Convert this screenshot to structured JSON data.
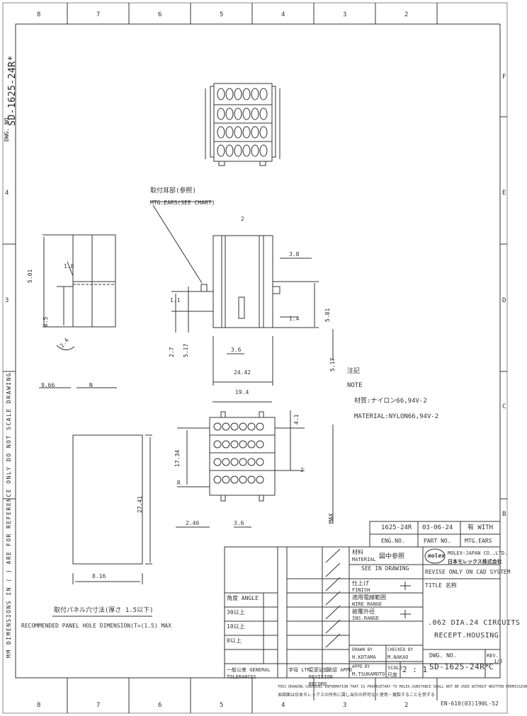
{
  "border": {
    "top_zones": [
      "8",
      "7",
      "6",
      "5",
      "4",
      "3",
      "2"
    ],
    "bottom_zones": [
      "8",
      "7",
      "6",
      "5",
      "4",
      "3",
      "2"
    ],
    "right_zones": [
      "F",
      "E",
      "D",
      "C",
      "B"
    ],
    "left_zones": [
      "4",
      "3"
    ]
  },
  "dwg_no_vertical": "SD-1625-24R*",
  "dwg_no_label": "DWG. NO.",
  "left_margin_note": "MM  DIMENSIONS IN ( ) ARE FOR REFERENCE ONLY  DO NOT SCALE DRAWING",
  "callouts": {
    "mtg_ears_jp": "取付耳部(参照)",
    "mtg_ears_en": "MTG.EARS(SEE CHART)",
    "panel_hole_jp": "取付パネル穴寸法(厚さ 1.5以下)",
    "panel_hole_en": "RECOMMENDED PANEL HOLE DIMENSION(T=(1.5) MAX"
  },
  "dims": {
    "d_501": "5.01",
    "d_65": "6.5",
    "d_24": "2.4",
    "d_966": "9.66",
    "d_n": "N",
    "d_18": "1.8",
    "d_2": "2",
    "d_11": "1.1",
    "d_38": "3.8",
    "d_14": "1.4",
    "d_581": "5.81",
    "d_27": "2.7",
    "d_2442": "24.42",
    "d_517": "5.17",
    "d_194": "19.4",
    "d_1734": "17.34",
    "d_r": "R",
    "d_246": "2.46",
    "d_36": "3.6",
    "d_2741": "27.41",
    "d_816": "8.16",
    "d_max": "MAX",
    "d_41": "4.1"
  },
  "note": {
    "title_jp": "注記",
    "title_en": "NOTE",
    "line1": "材質:ナイロン66,94V-2",
    "line2": "MATERIAL:NYLON66,94V-2"
  },
  "variants": {
    "part_no": "1625-24R",
    "date": "03-06-24",
    "ears": "有 WITH",
    "eng_no_label": "ENG.NO.",
    "part_no_label": "PART NO.",
    "mtg_ears_label": "MTG.EARS"
  },
  "title_block": {
    "material_label_jp": "材料",
    "material_label_en": "MATERIAL",
    "material_value": "図中参照",
    "material_value_en": "SEE IN DRAWING",
    "company_en": "MOLEX-JAPAN CO.,LTD.",
    "company_jp": "日本モレックス株式会社",
    "logo": "molex",
    "finish_label_jp": "仕上げ",
    "finish_label_en": "FINISH",
    "wire_range_jp": "適用電線範囲",
    "wire_range_en": "WIRE RANGE",
    "ins_range_jp": "被覆外径",
    "ins_range_en": "INS.RANGE",
    "revise_note": "REVISE ONLY ON CAD SYSTEM",
    "title_label": "TITLE 名称",
    "title_line1": ".062 DIA.24 CIRCUITS",
    "title_line2": "RECEPT.HOUSING",
    "tol_angle": "角度 ANGLE",
    "tol_30": "30以上",
    "tol_10": "10以上",
    "tol_0": "0以上",
    "tol_general": "一般公差 GENERAL TOLERANCES",
    "drawn_by": "DRAWN BY",
    "checked_by": "CHECKED BY",
    "approved_by": "APPD BY",
    "drawn_name": "H.KOTAMA",
    "checked_name": "M.NAKAO",
    "approved_name": "M.TSUKAMOTO",
    "scale_label": "SCALE 尺度",
    "scale_value": "2 : 1",
    "ltr": "字母 LTR",
    "revision_record": "変更記録 REVISION RECORD",
    "appd": "承認 APPD",
    "dwg_no_label": "DWG. NO.",
    "dwg_no": "SD-1625-24R*",
    "rev_label": "REV.",
    "rev": "C",
    "sheet": "1/2"
  },
  "footer": {
    "proprietary_en": "THIS DRAWING CONTAINS INFORMATION THAT IS PROPRIETARY TO MOLEX.SUBSTANCE SHALL NOT BE USED WITHOUT WRITTEN PERMISSION",
    "proprietary_jp": "本図面は日本モレックスの所有に属し当社の許可なく使用・複製することを禁ずる",
    "form_no": "EN-610(03)190L-52"
  }
}
